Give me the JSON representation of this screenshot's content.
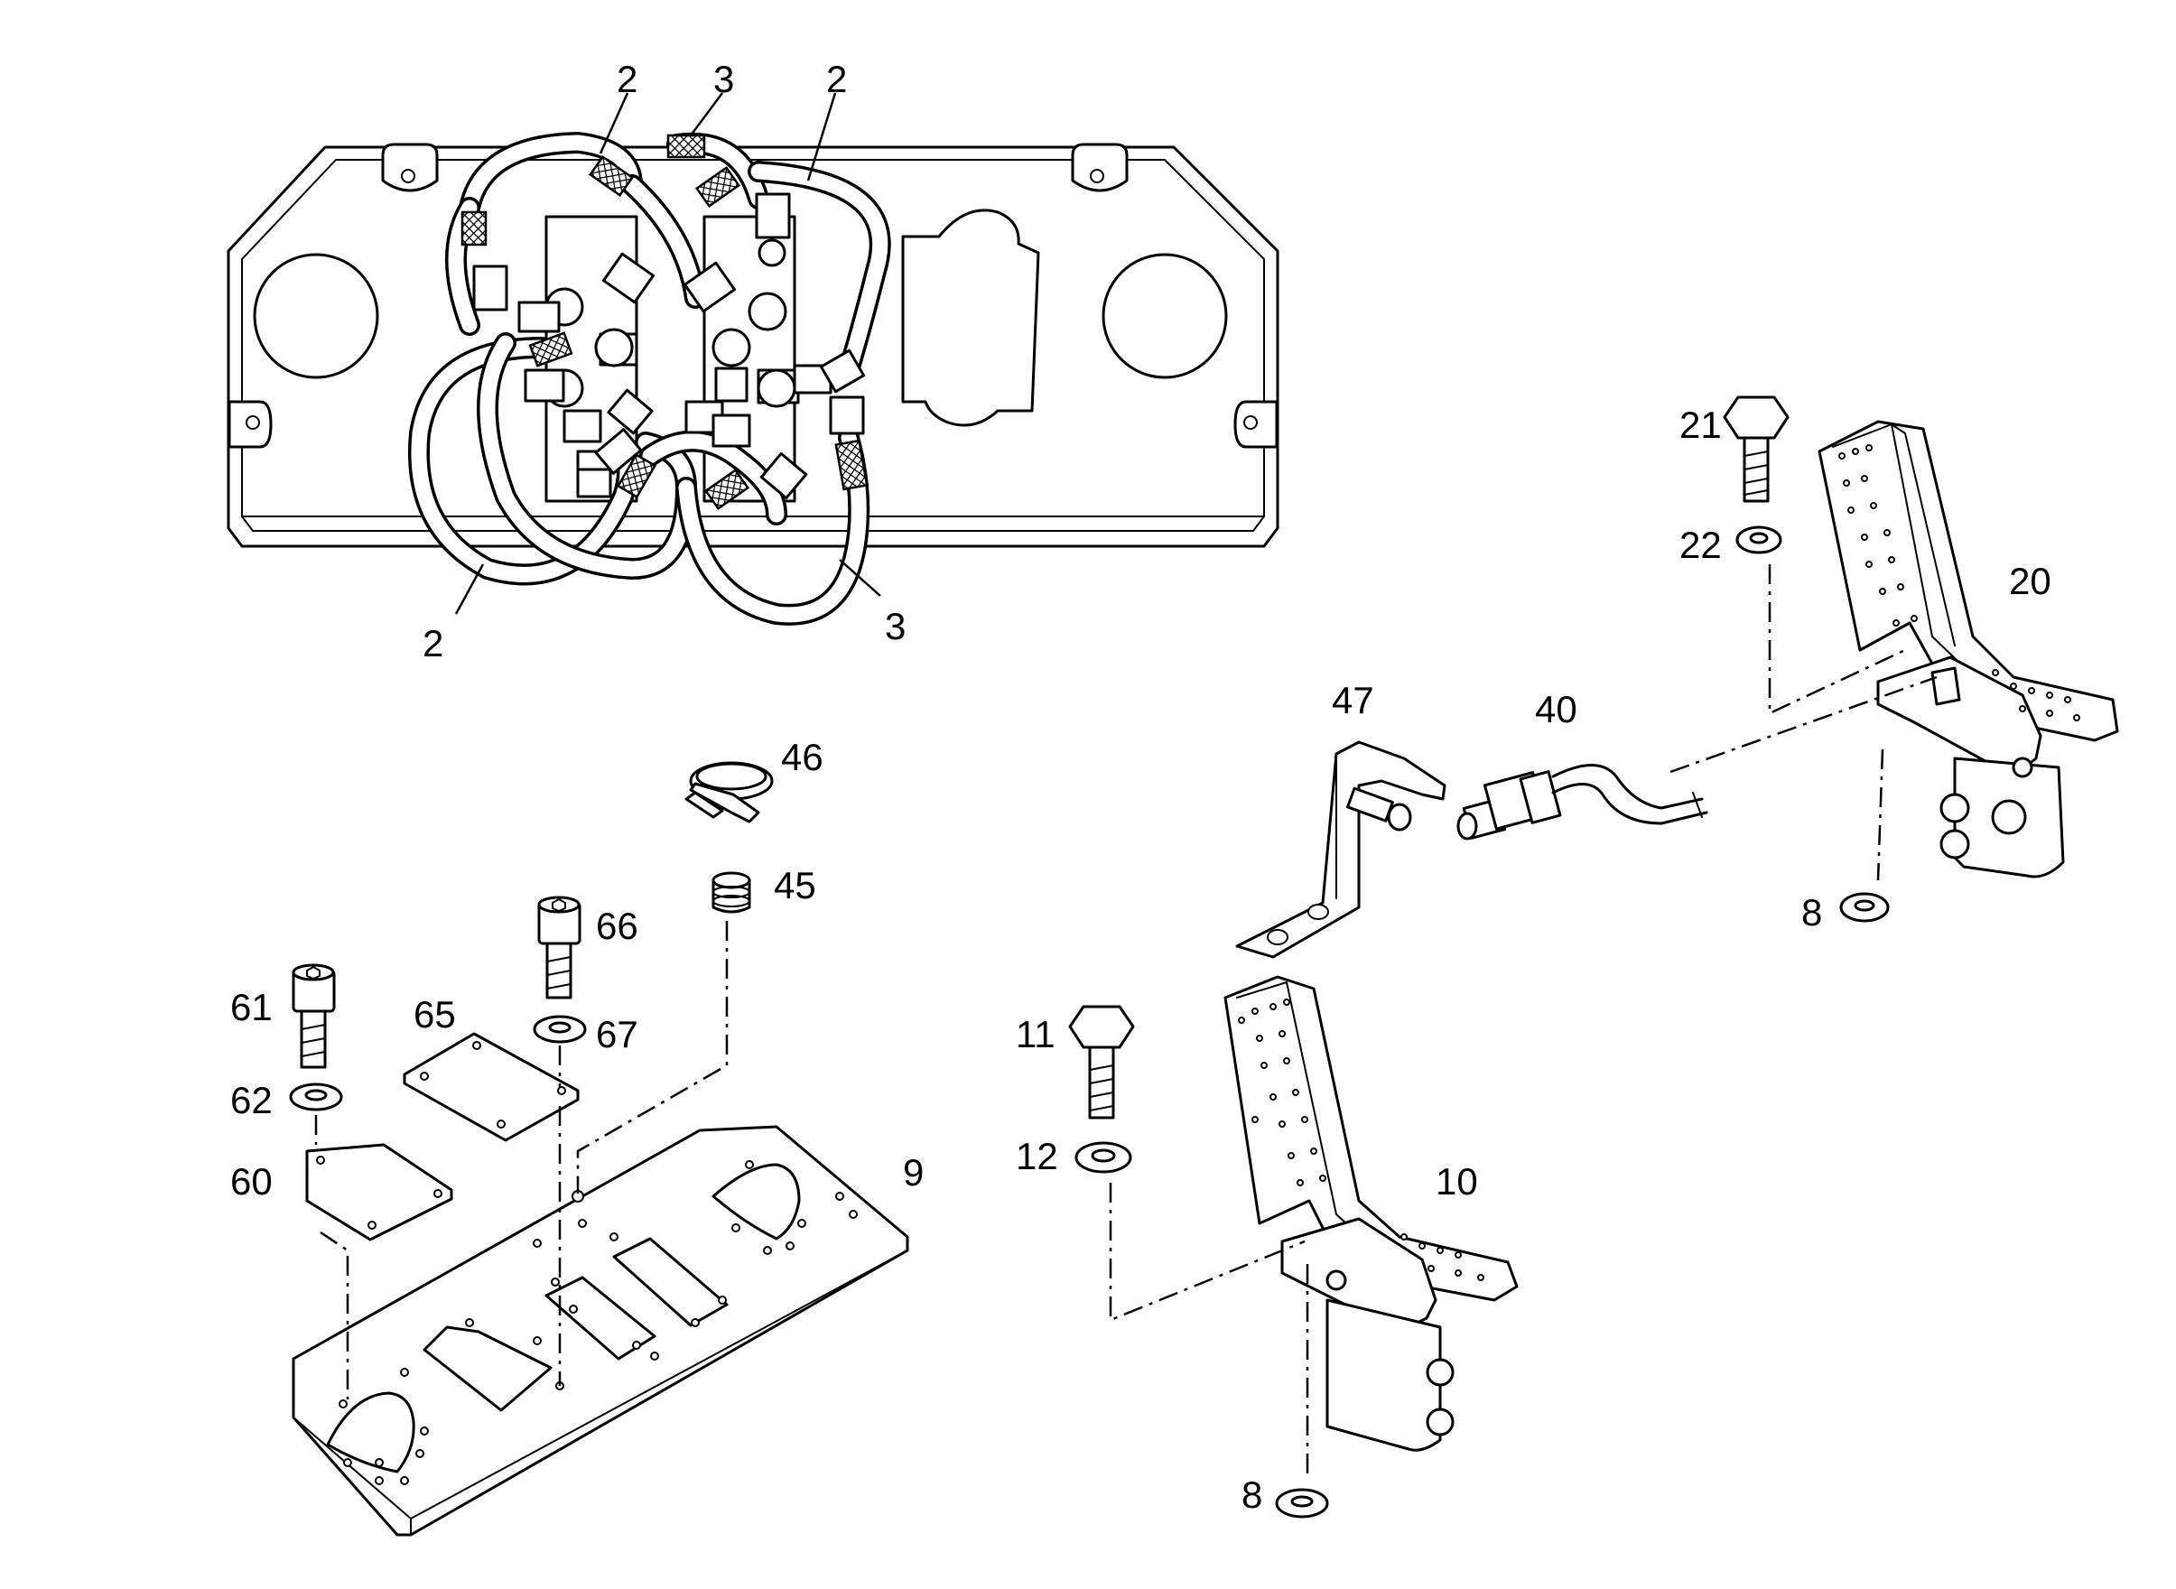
{
  "callouts": {
    "c2a": "2",
    "c3a": "3",
    "c2b": "2",
    "c2c": "2",
    "c3b": "3",
    "c21": "21",
    "c22": "22",
    "c20": "20",
    "c47": "47",
    "c40": "40",
    "c46": "46",
    "c45": "45",
    "c66": "66",
    "c67": "67",
    "c61": "61",
    "c65": "65",
    "c62": "62",
    "c60": "60",
    "c9": "9",
    "c11": "11",
    "c12": "12",
    "c10": "10",
    "c8a": "8",
    "c8b": "8"
  }
}
